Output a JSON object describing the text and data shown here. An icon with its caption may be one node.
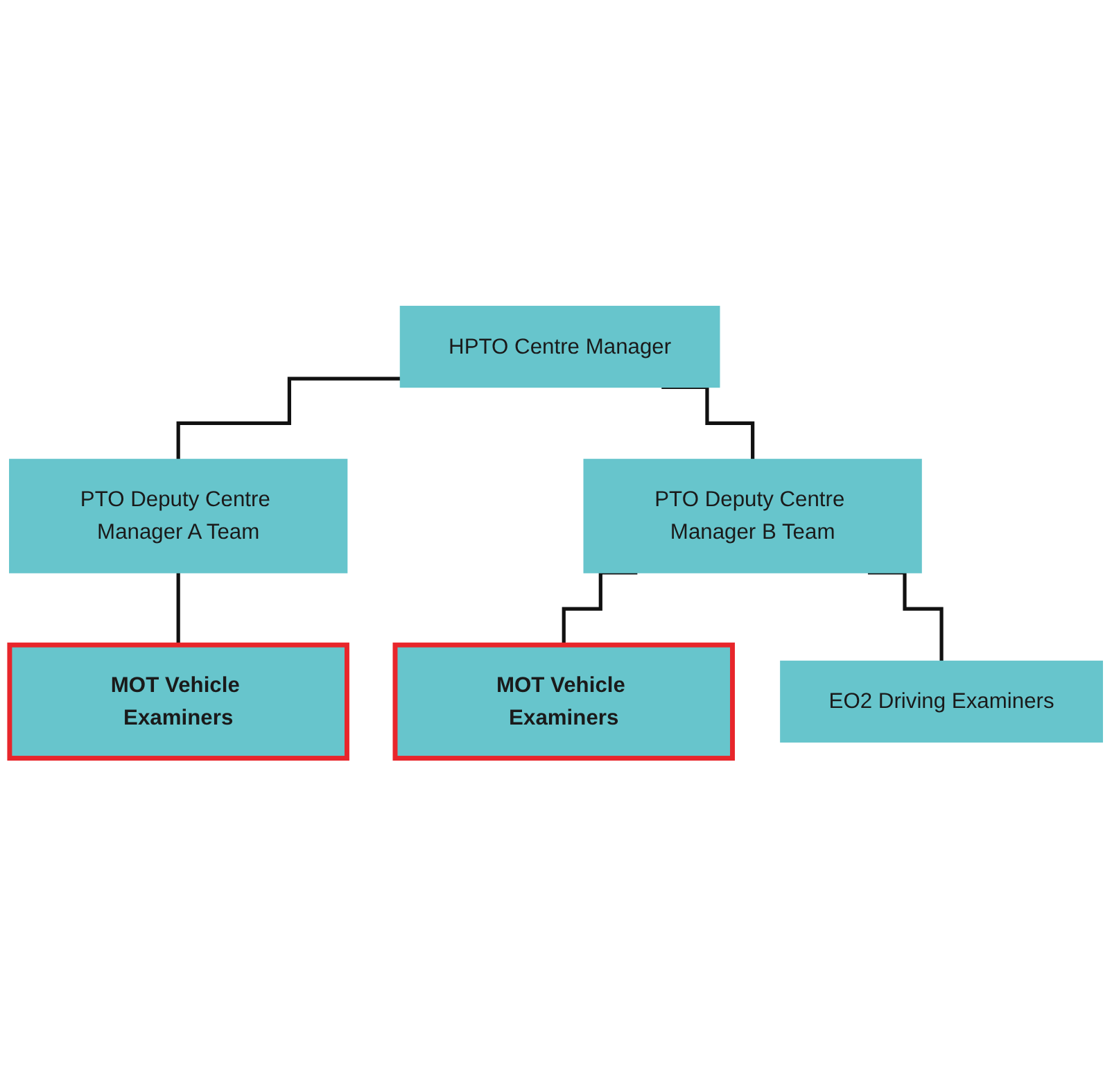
{
  "diagram": {
    "nodes": [
      {
        "text": [
          "HPTO Centre Manager"
        ]
      },
      {
        "text": [
          "PTO Deputy Centre Manager A Team"
        ]
      },
      {
        "text": [
          "PTO Deputy Centre Manager B Team"
        ]
      },
      {
        "text": [
          "MOT Vehicle Examiners"
        ]
      },
      {
        "text": [
          "MOT Vehicle Examiners"
        ]
      },
      {
        "text": [
          "EO2 Driving Examiners"
        ]
      }
    ],
    "edges": [
      {
        "from": 0,
        "to": 1,
        "arrow": "none"
      },
      {
        "from": 0,
        "to": 2,
        "arrow": "none"
      },
      {
        "from": 1,
        "to": 3,
        "arrow": "none"
      },
      {
        "from": 2,
        "to": 4,
        "arrow": "none"
      },
      {
        "from": 2,
        "to": 5,
        "arrow": "none"
      }
    ]
  }
}
